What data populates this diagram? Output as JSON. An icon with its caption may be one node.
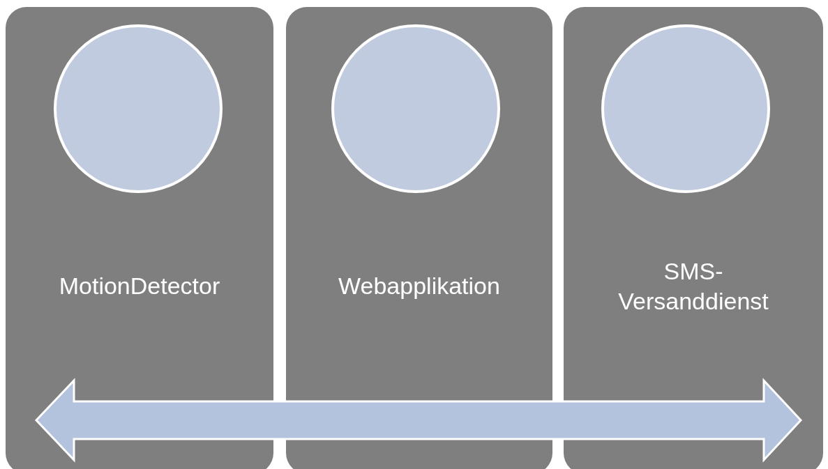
{
  "diagram": {
    "nodes": [
      {
        "text": [
          "MotionDetector"
        ]
      },
      {
        "text": [],
        "shape": "circle",
        "in": 0
      },
      {
        "text": [
          "Webapplikation"
        ]
      },
      {
        "text": [],
        "shape": "circle",
        "in": 2
      },
      {
        "text": [
          "SMS-Versanddienst"
        ]
      },
      {
        "text": [],
        "shape": "circle",
        "in": 4
      }
    ]
  }
}
